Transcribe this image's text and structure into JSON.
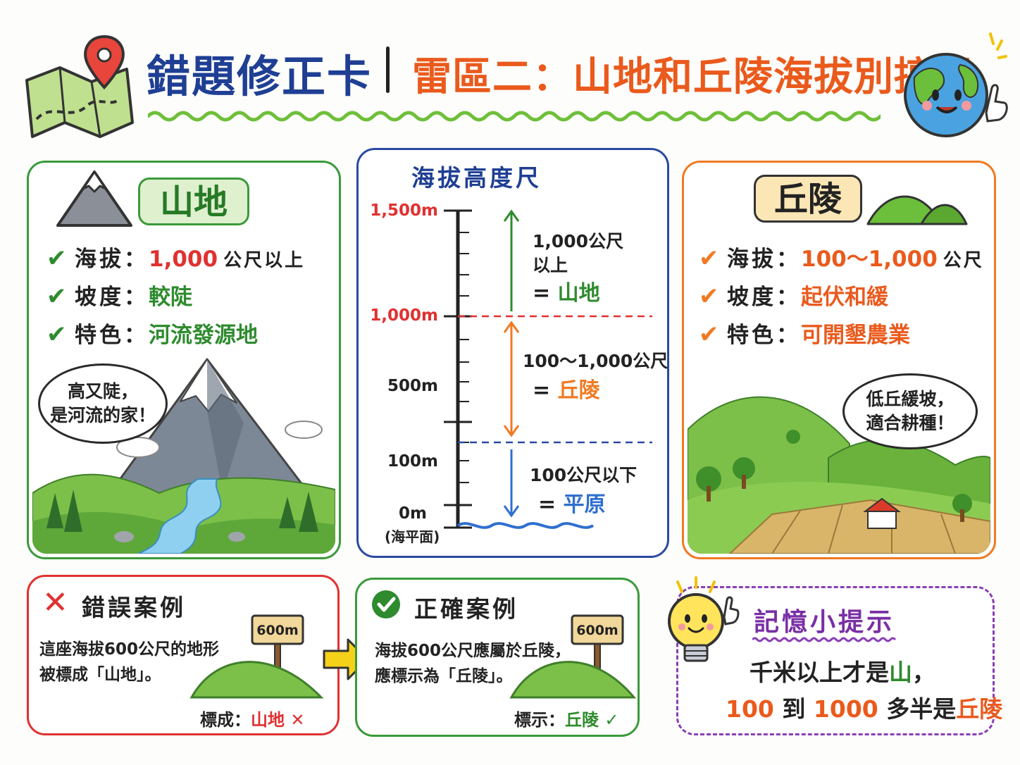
{
  "header": {
    "title": "錯題修正卡",
    "subtitle": "雷區二：山地和丘陵海拔別搞混"
  },
  "mountain": {
    "badge": "山地",
    "rows": [
      {
        "key": "海拔：",
        "value": "1,000",
        "suffix": "公尺以上"
      },
      {
        "key": "坡度：",
        "value": "較陡",
        "suffix": ""
      },
      {
        "key": "特色：",
        "value": "河流發源地",
        "suffix": ""
      }
    ],
    "bubble_line1": "高又陡，",
    "bubble_line2": "是河流的家！"
  },
  "scale": {
    "title": "海拔高度尺",
    "ticks": [
      {
        "label": "1,500m",
        "elevation": 1500
      },
      {
        "label": "1,000m",
        "elevation": 1000
      },
      {
        "label": "500m",
        "elevation": 500
      },
      {
        "label": "100m",
        "elevation": 100
      },
      {
        "label": "0m",
        "elevation": 0
      }
    ],
    "sea_level": "(海平面)",
    "zones": [
      {
        "line1": "1,000公尺",
        "line2": "以上",
        "eq": "=",
        "name": "山地"
      },
      {
        "line1": "100～1,000公尺",
        "line2": "",
        "eq": "=",
        "name": "丘陵"
      },
      {
        "line1": "100公尺以下",
        "line2": "",
        "eq": "=",
        "name": "平原"
      }
    ]
  },
  "hill": {
    "badge": "丘陵",
    "rows": [
      {
        "key": "海拔：",
        "value": "100～1,000",
        "suffix": "公尺"
      },
      {
        "key": "坡度：",
        "value": "起伏和緩",
        "suffix": ""
      },
      {
        "key": "特色：",
        "value": "可開墾農業",
        "suffix": ""
      }
    ],
    "bubble_line1": "低丘緩坡，",
    "bubble_line2": "適合耕種！"
  },
  "wrong": {
    "title": "錯誤案例",
    "text_line1": "這座海拔600公尺的地形",
    "text_line2": "被標成「山地」。",
    "sign": "600m",
    "tag_key": "標成：",
    "tag_value": "山地",
    "tag_mark": "✕"
  },
  "right": {
    "title": "正確案例",
    "text_line1": "海拔600公尺應屬於丘陵，",
    "text_line2": "應標示為「丘陵」。",
    "sign": "600m",
    "tag_key": "標示：",
    "tag_value": "丘陵",
    "tag_mark": "✓"
  },
  "tip": {
    "title": "記憶小提示",
    "line1_a": "千米以上才是",
    "line1_b": "山",
    "line1_c": "，",
    "line2_a": "100",
    "line2_b": "到",
    "line2_c": "1000",
    "line2_d": "多半是",
    "line2_e": "丘陵"
  },
  "colors": {
    "green": "#2e8b2e",
    "red": "#e03131",
    "orange": "#f07a22",
    "navy": "#1f3f94",
    "purple": "#8a3fb5"
  }
}
